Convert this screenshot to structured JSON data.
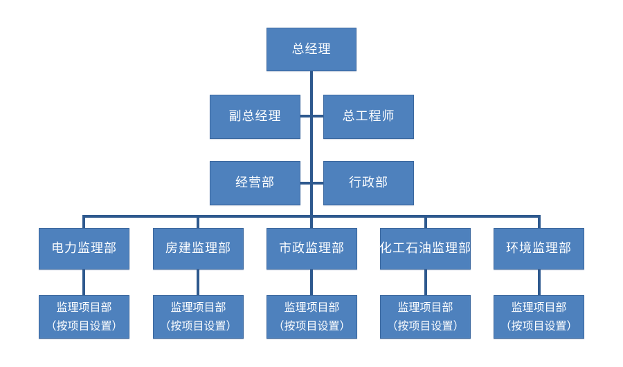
{
  "colors": {
    "box_fill": "#4E81BD",
    "box_border": "#3A679E",
    "connector": "#2E598E",
    "text": "#FDFEFF",
    "background": "#FFFFFF"
  },
  "chart": {
    "type": "org-chart",
    "root": {
      "label": "总经理"
    },
    "staff_pairs": [
      {
        "left": {
          "label": "副总经理"
        },
        "right": {
          "label": "总工程师"
        }
      },
      {
        "left": {
          "label": "经营部"
        },
        "right": {
          "label": "行政部"
        }
      }
    ],
    "departments": [
      {
        "label": "电力监理部",
        "child": {
          "line1": "监理项目部",
          "line2": "（按项目设置）"
        }
      },
      {
        "label": "房建监理部",
        "child": {
          "line1": "监理项目部",
          "line2": "（按项目设置）"
        }
      },
      {
        "label": "市政监理部",
        "child": {
          "line1": "监理项目部",
          "line2": "（按项目设置）"
        }
      },
      {
        "label": "化工石油监理部",
        "child": {
          "line1": "监理项目部",
          "line2": "（按项目设置）"
        }
      },
      {
        "label": "环境监理部",
        "child": {
          "line1": "监理项目部",
          "line2": "（按项目设置）"
        }
      }
    ]
  }
}
